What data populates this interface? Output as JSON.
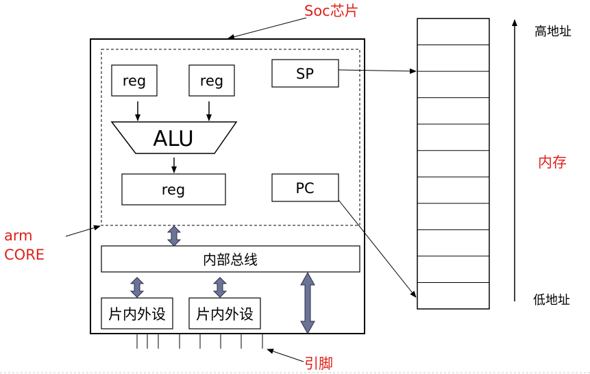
{
  "labels": {
    "soc_chip": "Soc芯片",
    "arm_core_line1": "arm",
    "arm_core_line2": "CORE",
    "pins": "引脚",
    "memory": "内存",
    "high_address": "高地址",
    "low_address": "低地址"
  },
  "core": {
    "reg_left": "reg",
    "reg_right": "reg",
    "alu": "ALU",
    "reg_bottom": "reg",
    "sp": "SP",
    "pc": "PC"
  },
  "bus": {
    "internal_bus": "内部总线",
    "peripheral_1": "片内外设",
    "peripheral_2": "片内外设"
  },
  "colors": {
    "annotation_red": "#e0201a",
    "bus_arrow_fill": "#6b7396",
    "bus_arrow_stroke": "#2b2f4a",
    "line": "#000000"
  },
  "memory_cells": 11
}
